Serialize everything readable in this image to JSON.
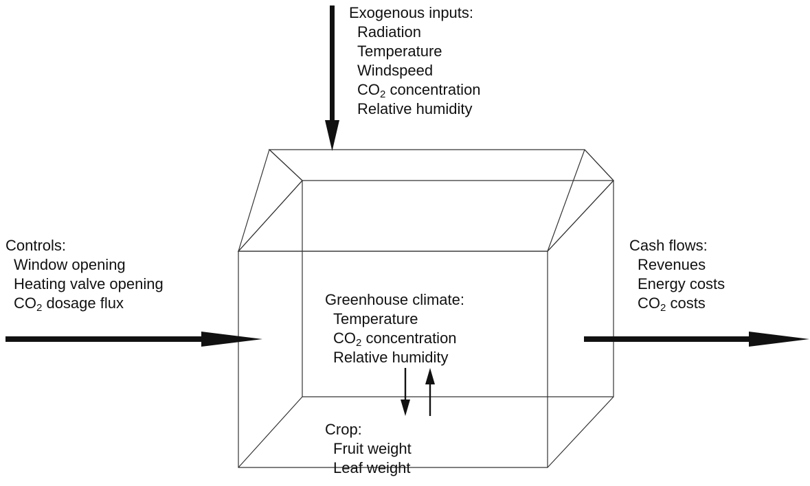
{
  "exogenous": {
    "heading": "Exogenous inputs:",
    "items": [
      "Radiation",
      "Temperature",
      "Windspeed"
    ],
    "co2_prefix": "CO",
    "co2_sub": "2",
    "co2_suffix": " concentration",
    "last": "Relative humidity"
  },
  "controls": {
    "heading": "Controls:",
    "items": [
      "Window opening",
      "Heating valve opening"
    ],
    "co2_prefix": "CO",
    "co2_sub": "2",
    "co2_suffix": " dosage flux"
  },
  "climate": {
    "heading": "Greenhouse climate:",
    "first": "Temperature",
    "co2_prefix": "CO",
    "co2_sub": "2",
    "co2_suffix": " concentration",
    "last": "Relative humidity"
  },
  "cash": {
    "heading": "Cash flows:",
    "items": [
      "Revenues",
      "Energy costs"
    ],
    "co2_prefix": "CO",
    "co2_sub": "2",
    "co2_suffix": " costs"
  },
  "crop": {
    "heading": "Crop:",
    "items": [
      "Fruit weight",
      "Leaf weight"
    ]
  }
}
